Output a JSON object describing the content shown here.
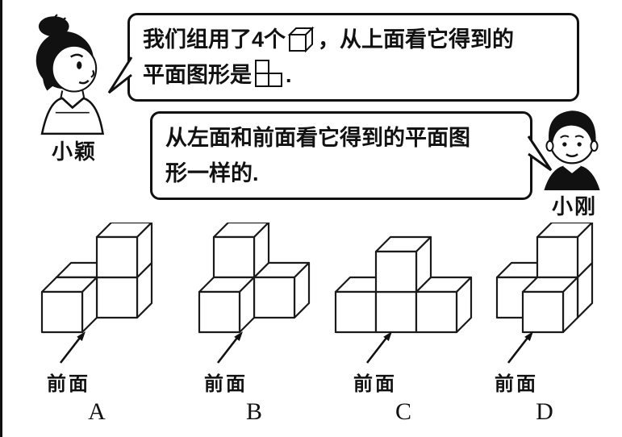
{
  "page": {
    "background": "#ffffff",
    "line_color": "#111111"
  },
  "girl": {
    "name": "小颖"
  },
  "boy": {
    "name": "小刚"
  },
  "bubble1": {
    "seg1": "我们组用了4个",
    "seg2": "，从上面看它得到的",
    "seg3": "平面图形是",
    "seg4": "."
  },
  "bubble2": {
    "line1": "从左面和前面看它得到的平面图",
    "line2": "形一样的."
  },
  "icons": {
    "cube": "small-unit-cube",
    "top_view_shape": "l-tromino-of-squares"
  },
  "options": [
    {
      "letter": "A",
      "front_label": "前面",
      "cubes": [
        [
          0,
          0,
          1
        ],
        [
          1,
          0,
          1
        ],
        [
          1,
          1,
          1
        ],
        [
          0,
          0,
          0
        ]
      ]
    },
    {
      "letter": "B",
      "front_label": "前面",
      "cubes": [
        [
          0,
          0,
          1
        ],
        [
          1,
          0,
          1
        ],
        [
          0,
          1,
          1
        ],
        [
          0,
          0,
          0
        ]
      ]
    },
    {
      "letter": "C",
      "front_label": "前面",
      "cubes": [
        [
          0,
          0,
          0
        ],
        [
          1,
          0,
          0
        ],
        [
          2,
          0,
          0
        ],
        [
          1,
          1,
          0
        ]
      ]
    },
    {
      "letter": "D",
      "front_label": "前面",
      "cubes": [
        [
          0,
          0,
          1
        ],
        [
          1,
          0,
          1
        ],
        [
          1,
          1,
          1
        ],
        [
          1,
          0,
          0
        ]
      ]
    }
  ]
}
